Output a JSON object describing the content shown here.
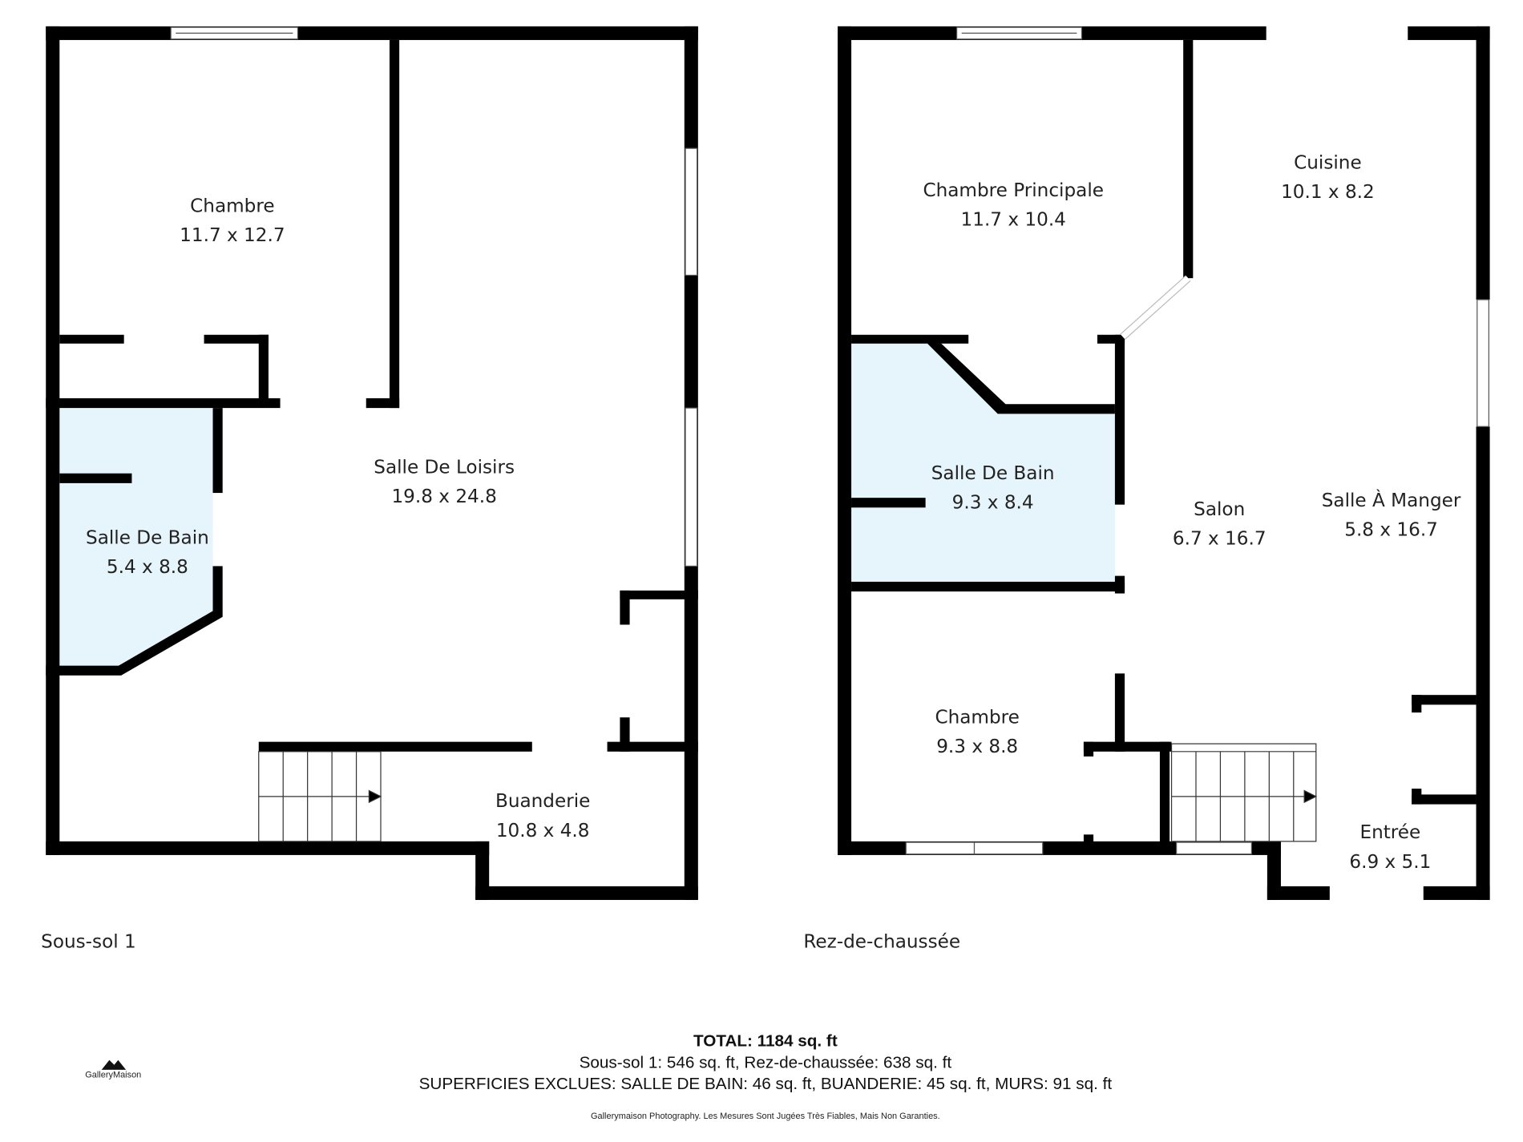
{
  "colors": {
    "wall": "#000000",
    "bathroom_fill": "#e6f4fc",
    "background": "#ffffff"
  },
  "floors": [
    {
      "name": "Sous-sol 1",
      "rooms": [
        {
          "name": "Chambre",
          "dims": "11.7 x 12.7"
        },
        {
          "name": "Salle De Loisirs",
          "dims": "19.8 x 24.8"
        },
        {
          "name": "Salle De Bain",
          "dims": "5.4 x 8.8"
        },
        {
          "name": "Buanderie",
          "dims": "10.8 x 4.8"
        }
      ]
    },
    {
      "name": "Rez-de-chaussée",
      "rooms": [
        {
          "name": "Chambre Principale",
          "dims": "11.7 x 10.4"
        },
        {
          "name": "Cuisine",
          "dims": "10.1 x 8.2"
        },
        {
          "name": "Salle De Bain",
          "dims": "9.3 x 8.4"
        },
        {
          "name": "Salon",
          "dims": "6.7 x 16.7"
        },
        {
          "name": "Salle À Manger",
          "dims": "5.8 x 16.7"
        },
        {
          "name": "Chambre",
          "dims": "9.3 x 8.8"
        },
        {
          "name": "Entrée",
          "dims": "6.9 x 5.1"
        }
      ]
    }
  ],
  "summary": {
    "total": "TOTAL: 1184 sq. ft",
    "by_floor": "Sous-sol 1: 546 sq. ft, Rez-de-chaussée: 638 sq. ft",
    "excluded": "SUPERFICIES EXCLUES: SALLE DE BAIN: 46 sq. ft, BUANDERIE: 45 sq. ft, MURS: 91 sq. ft",
    "disclaimer": "Gallerymaison Photography. Les Mesures Sont Jugées Très Fiables, Mais Non Garanties."
  },
  "logo": {
    "text": "GalleryMaison"
  }
}
